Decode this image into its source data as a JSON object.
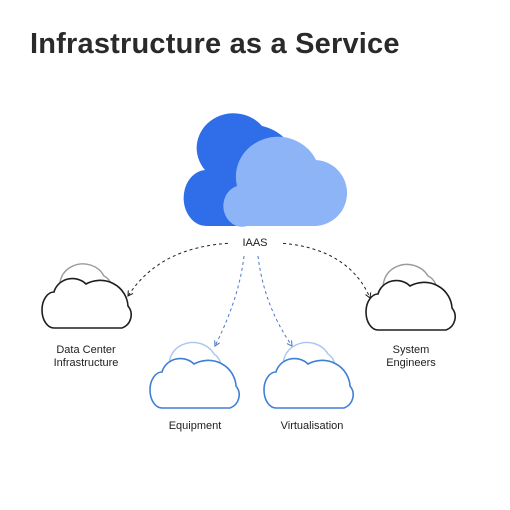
{
  "title": "Infrastructure as a Service",
  "hub": {
    "label": "IAAS",
    "colors": {
      "primary": "#2f6ee8",
      "secondary": "#8db4f7"
    }
  },
  "nodes": [
    {
      "id": "data-center",
      "label": [
        "Data Center",
        "Infrastructure"
      ],
      "style": "dark"
    },
    {
      "id": "equipment",
      "label": [
        "Equipment"
      ],
      "style": "blue"
    },
    {
      "id": "virtualisation",
      "label": [
        "Virtualisation"
      ],
      "style": "blue"
    },
    {
      "id": "system-engineers",
      "label": [
        "System",
        "Engineers"
      ],
      "style": "dark"
    }
  ],
  "colors": {
    "dark_outline": "#1e1e1e",
    "dark_back": "#9a9a9a",
    "blue_outline": "#3f7fd6",
    "blue_back": "#a9c7ee",
    "connector": "#222222",
    "connector_blue": "#4a78c4"
  }
}
